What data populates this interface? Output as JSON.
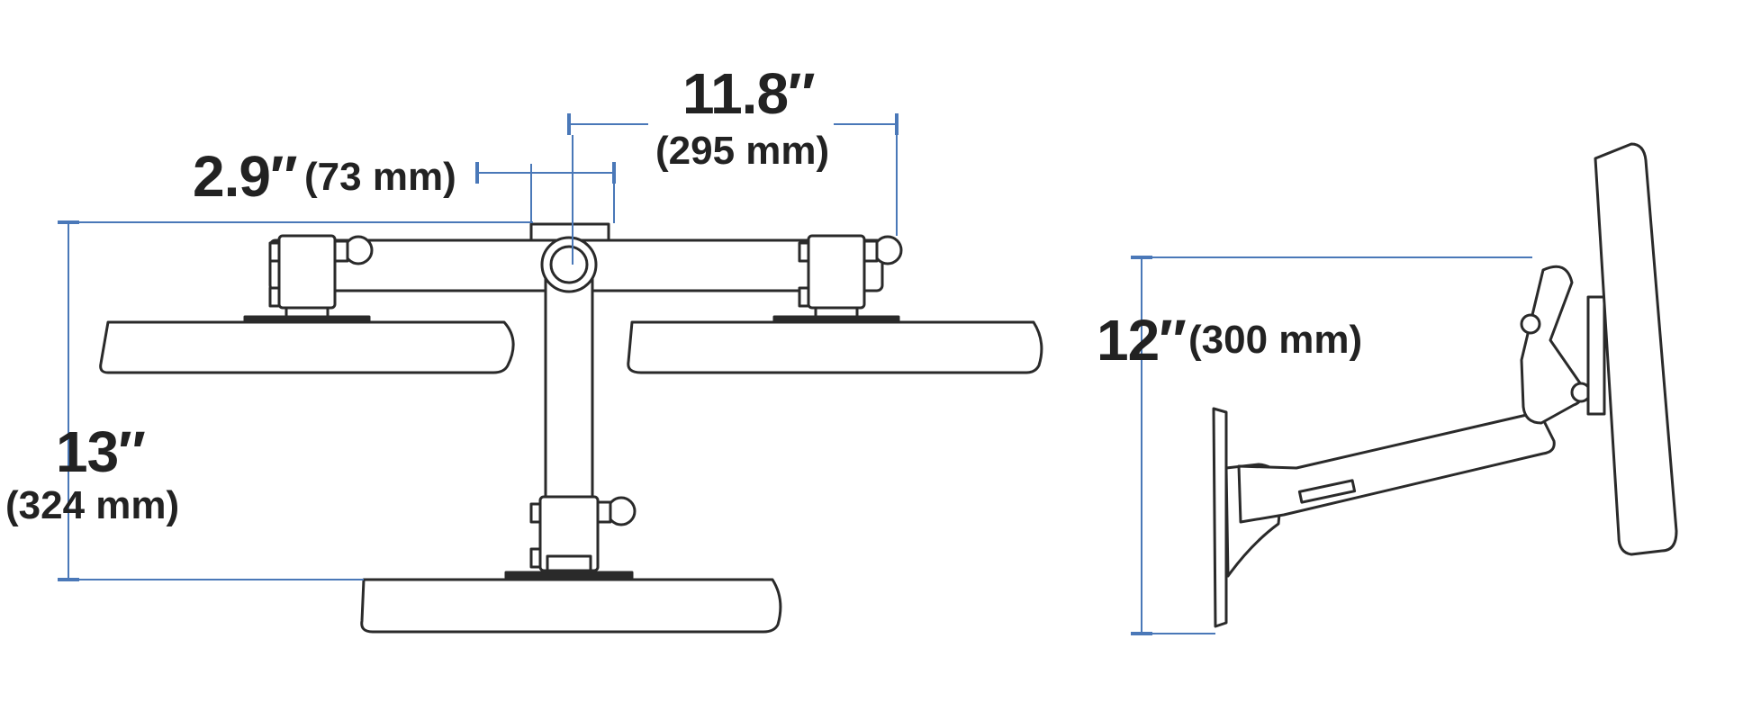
{
  "colors": {
    "dimension_line": "#4a78b8",
    "outline": "#2a2a2a",
    "text": "#222222",
    "fill": "#ffffff"
  },
  "dimensions": {
    "arm_offset": {
      "value": "2.9″",
      "metric": "(73 mm)"
    },
    "arm_span": {
      "value": "11.8″",
      "metric": "(295 mm)"
    },
    "height": {
      "value": "13″",
      "metric": "(324 mm)"
    },
    "side_height": {
      "value": "12″",
      "metric": "(300 mm)"
    }
  }
}
